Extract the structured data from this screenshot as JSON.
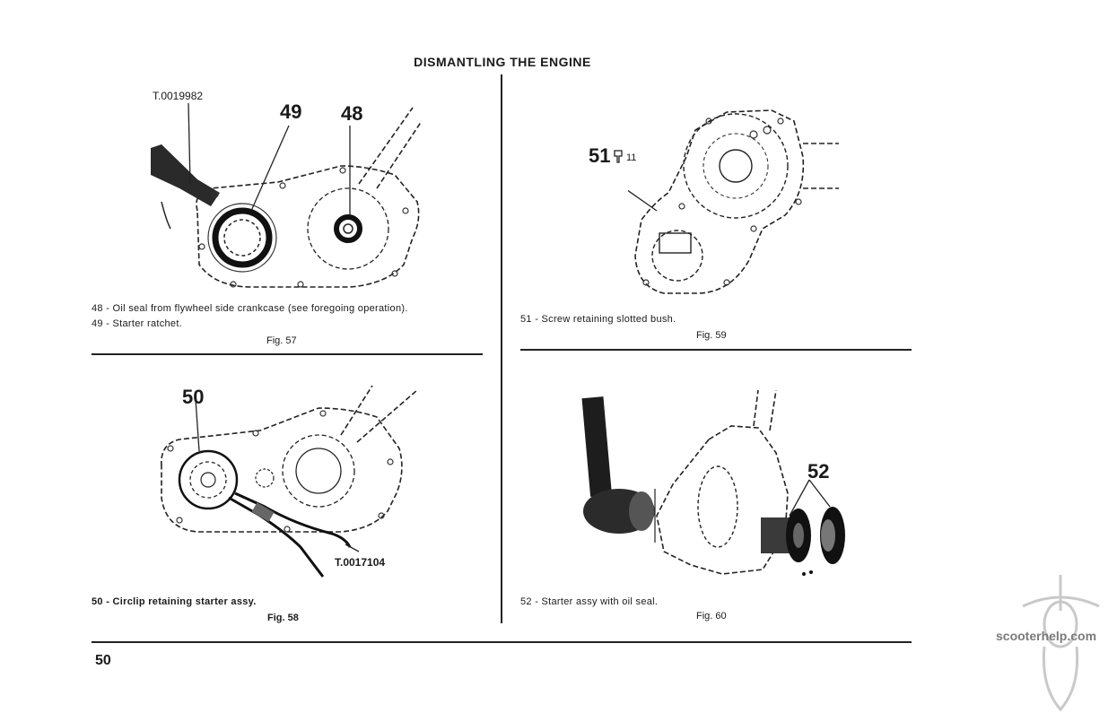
{
  "header": {
    "title": "DISMANTLING THE ENGINE"
  },
  "fig57": {
    "tool_ref": "T.0019982",
    "callouts": [
      "49",
      "48"
    ],
    "captions": [
      "48 - Oil seal from flywheel side crankcase (see foregoing operation).",
      "49 - Starter ratchet."
    ],
    "label": "Fig. 57"
  },
  "fig58": {
    "tool_ref": "T.0017104",
    "callout": "50",
    "caption": "50 - Circlip retaining starter assy.",
    "label": "Fig. 58"
  },
  "fig59": {
    "callout": "51",
    "callout_suffix": "11",
    "caption": "51 - Screw retaining slotted bush.",
    "label": "Fig. 59"
  },
  "fig60": {
    "callout": "52",
    "caption": "52 - Starter assy with oil seal.",
    "label": "Fig. 60"
  },
  "footer": {
    "page_number": "50",
    "watermark": "scooterhelp.com"
  }
}
